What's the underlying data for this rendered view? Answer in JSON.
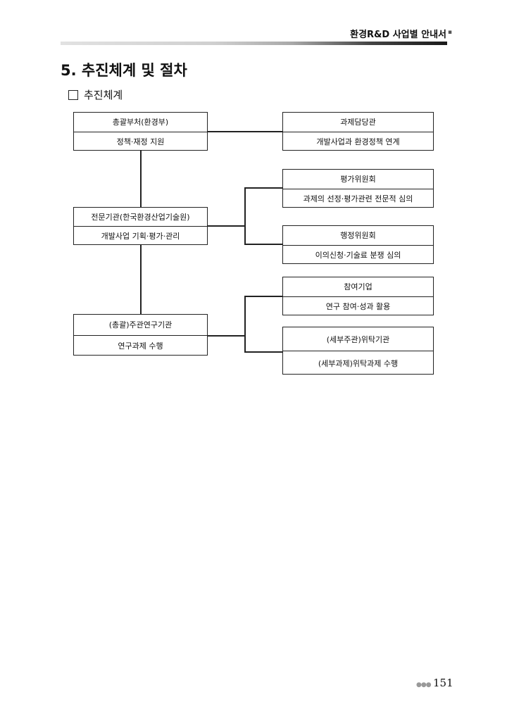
{
  "header": {
    "title": "환경R&D 사업별 안내서",
    "mark": "▪"
  },
  "section": {
    "title": "5. 추진체계 및 절차"
  },
  "subsection": {
    "title": "추진체계"
  },
  "org": {
    "ministry": {
      "name": "총괄부처(환경부)",
      "role": "정책·재정 지원"
    },
    "agency": {
      "name": "전문기관(한국환경산업기술원)",
      "role": "개발사업 기획·평가·관리"
    },
    "lead": {
      "name": "(총괄)주관연구기관",
      "role": "연구과제 수행"
    },
    "manager": {
      "name": "과제담당관",
      "role": "개발사업과 환경정책 연계"
    },
    "eval": {
      "name": "평가위원회",
      "role": "과제의 선정·평가관련 전문적 심의"
    },
    "admin": {
      "name": "행정위원회",
      "role": "이의신청·기술료 분쟁 심의"
    },
    "company": {
      "name": "참여기업",
      "role": "연구 참여·성과 활용"
    },
    "consign": {
      "name": "(세부주관)위탁기관",
      "role": "(세부과제)위탁과제 수행"
    }
  },
  "footer": {
    "dots": "●●●",
    "page": "151"
  }
}
